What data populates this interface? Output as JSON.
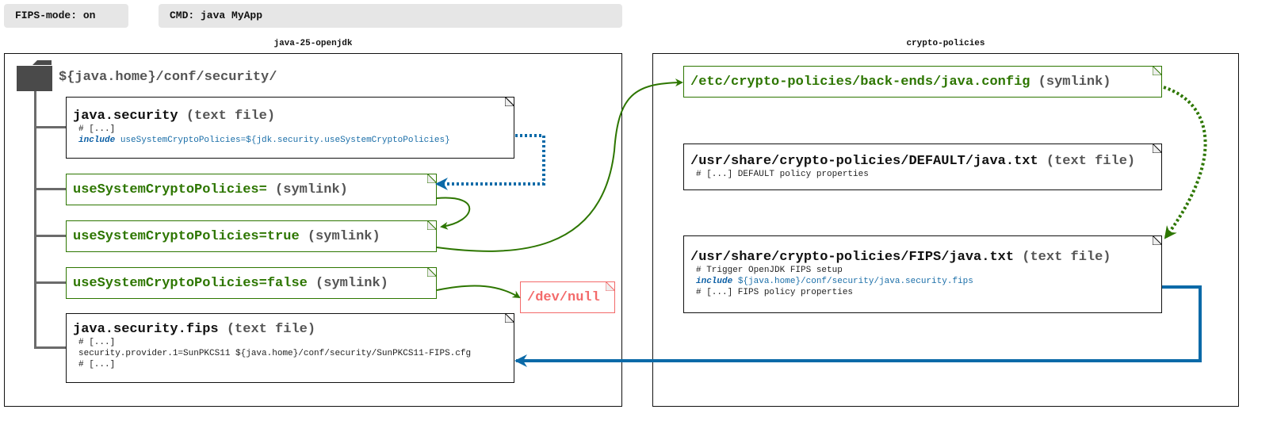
{
  "header": {
    "fips_mode": "FIPS-mode: on",
    "cmd": "CMD: java MyApp"
  },
  "groups": {
    "openjdk": {
      "label": "java-25-openjdk",
      "folder": "${java.home}/conf/security/",
      "files": {
        "java_security": {
          "name": "java.security",
          "kind": "(text file)",
          "lines": [
            "# [...]"
          ],
          "include_kw": "include",
          "include_rest": " useSystemCryptoPolicies=${jdk.security.useSystemCryptoPolicies}"
        },
        "use_empty": {
          "name": "useSystemCryptoPolicies=",
          "kind": " (symlink)"
        },
        "use_true": {
          "name": "useSystemCryptoPolicies=true",
          "kind": " (symlink)"
        },
        "use_false": {
          "name": "useSystemCryptoPolicies=false",
          "kind": " (symlink)"
        },
        "dev_null": {
          "name": "/dev/null"
        },
        "java_security_fips": {
          "name": "java.security.fips",
          "kind": "(text file)",
          "lines": [
            "# [...]",
            "security.provider.1=SunPKCS11 ${java.home}/conf/security/SunPKCS11-FIPS.cfg",
            "# [...]"
          ]
        }
      }
    },
    "crypto": {
      "label": "crypto-policies",
      "files": {
        "java_config": {
          "name": "/etc/crypto-policies/back-ends/java.config",
          "kind": " (symlink)"
        },
        "default_txt": {
          "name": "/usr/share/crypto-policies/DEFAULT/java.txt",
          "kind": " (text file)",
          "lines": [
            "# [...] DEFAULT policy properties"
          ]
        },
        "fips_txt": {
          "name": "/usr/share/crypto-policies/FIPS/java.txt",
          "kind": " (text file)",
          "lines": [
            "# Trigger OpenJDK FIPS setup",
            "# [...] FIPS policy properties"
          ],
          "include_kw": "include",
          "include_rest": " ${java.home}/conf/security/java.security.fips"
        }
      }
    }
  },
  "colors": {
    "green": "#2d7600",
    "blue": "#0b6aa8",
    "red": "#f36a6a",
    "tree": "#6b6b6b"
  }
}
